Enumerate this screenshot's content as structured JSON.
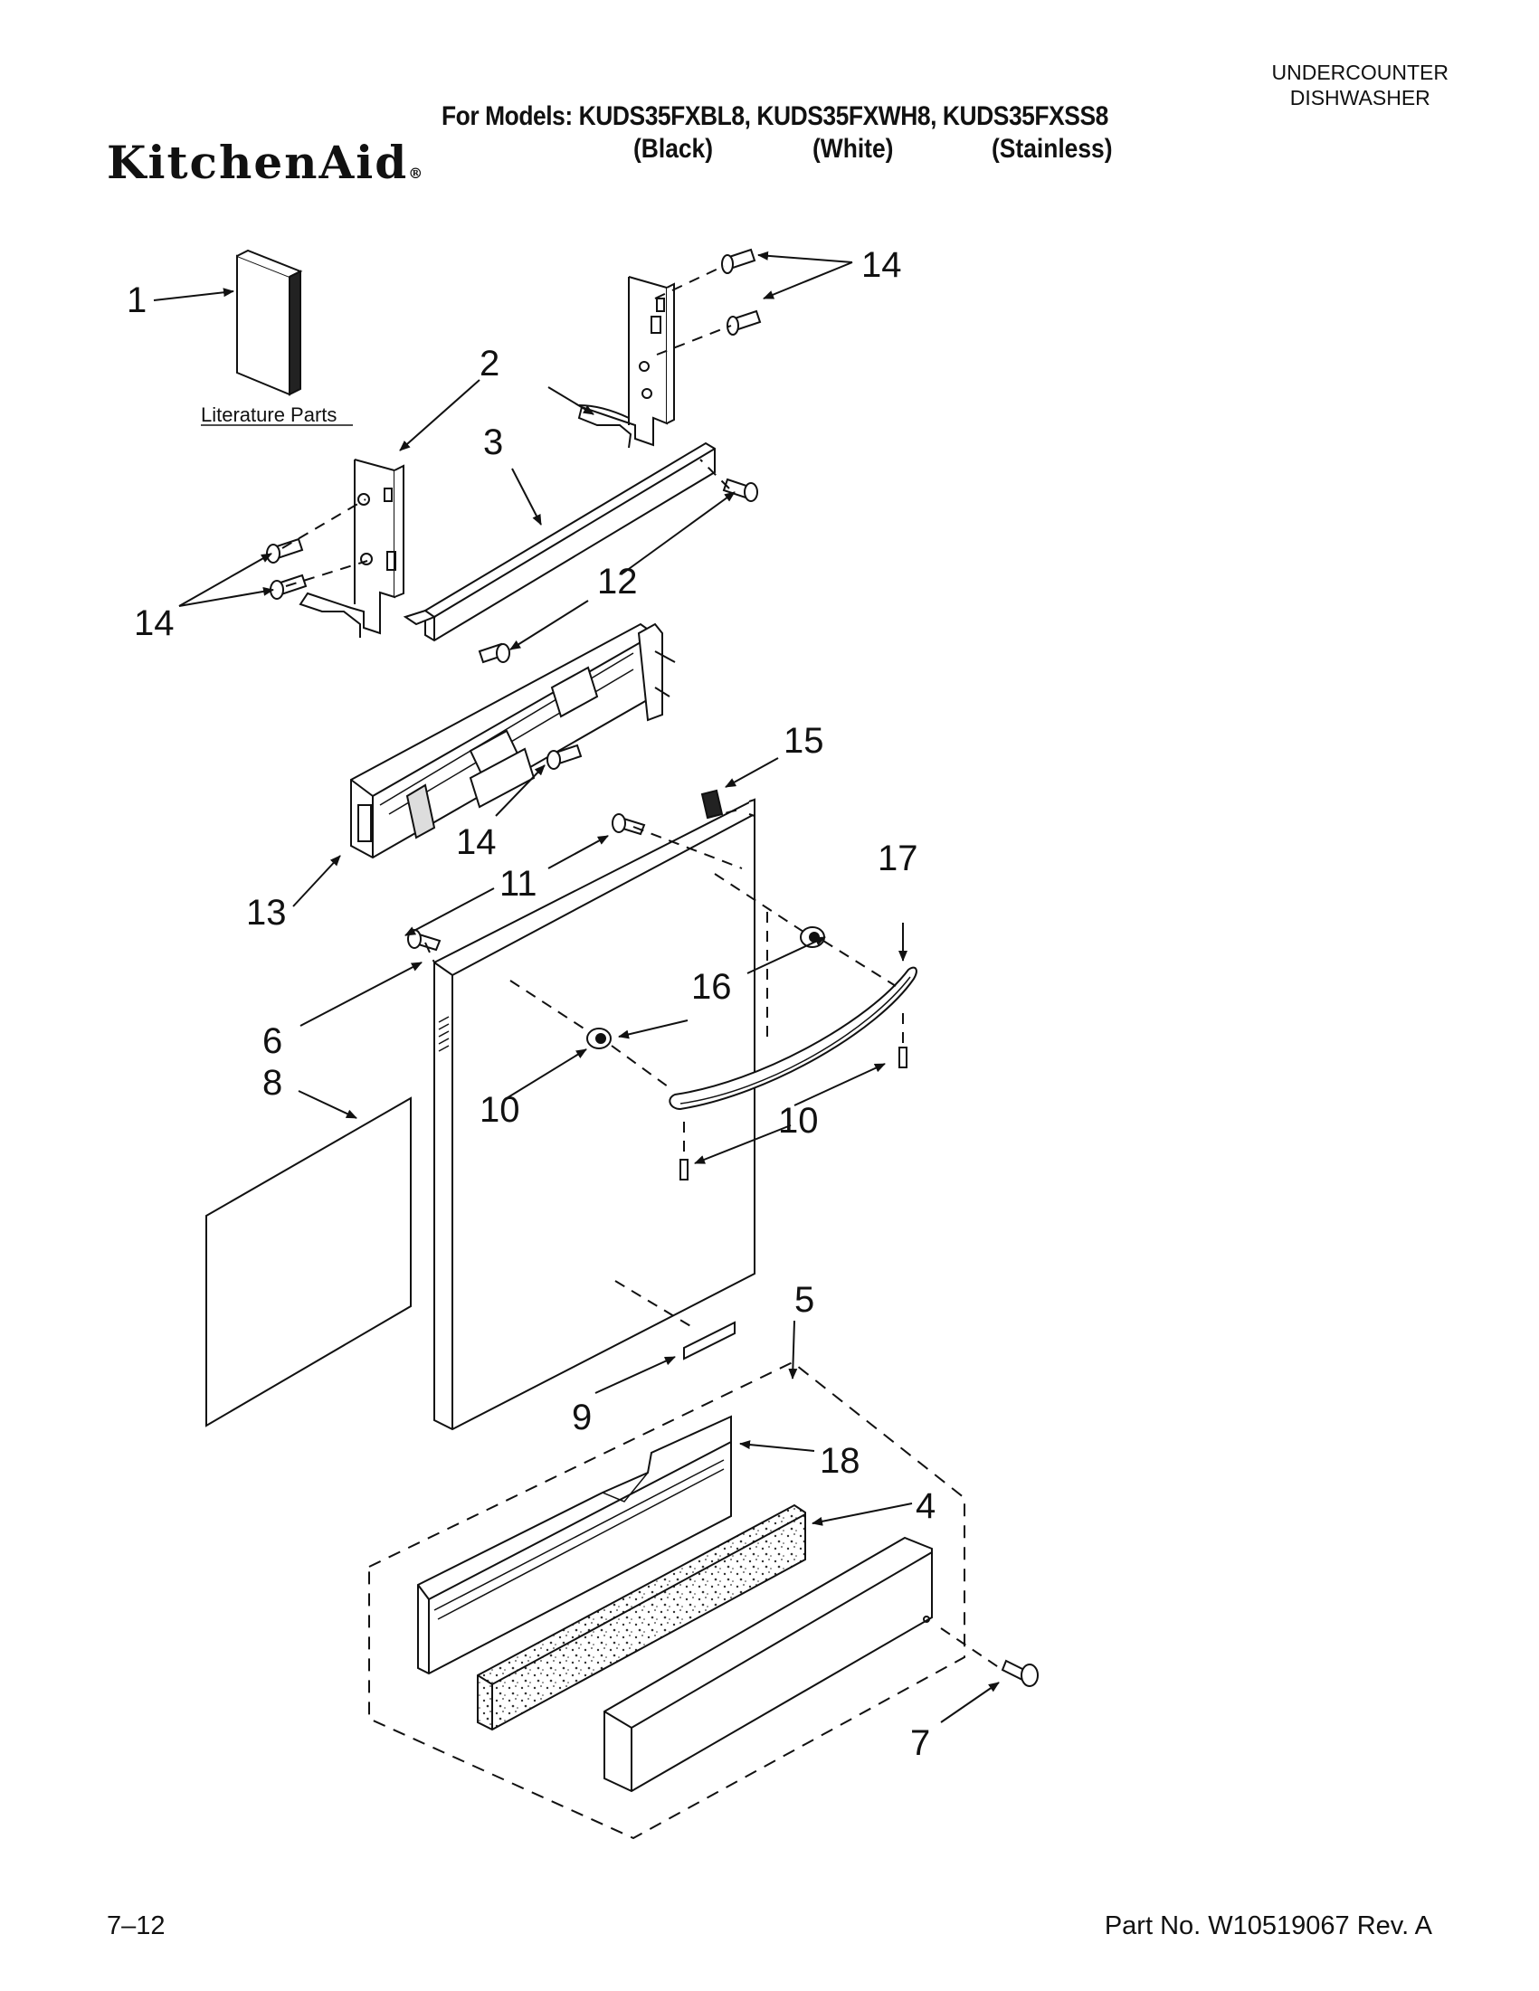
{
  "header": {
    "appliance_line1": "UNDERCOUNTER",
    "appliance_line2": "DISHWASHER",
    "models": "For Models: KUDS35FXBL8, KUDS35FXWH8, KUDS35FXSS8",
    "finish_black": "(Black)",
    "finish_white": "(White)",
    "finish_stainless": "(Stainless)",
    "brand": "KitchenAid",
    "brand_mark": "®"
  },
  "diagram": {
    "literature_label": "Literature Parts",
    "callouts": [
      {
        "id": "c1",
        "text": "1"
      },
      {
        "id": "c2",
        "text": "2"
      },
      {
        "id": "c3",
        "text": "3"
      },
      {
        "id": "c14a",
        "text": "14"
      },
      {
        "id": "c14b",
        "text": "14"
      },
      {
        "id": "c12",
        "text": "12"
      },
      {
        "id": "c14c",
        "text": "14"
      },
      {
        "id": "c13",
        "text": "13"
      },
      {
        "id": "c15",
        "text": "15"
      },
      {
        "id": "c11",
        "text": "11"
      },
      {
        "id": "c17",
        "text": "17"
      },
      {
        "id": "c16",
        "text": "16"
      },
      {
        "id": "c6",
        "text": "6"
      },
      {
        "id": "c8",
        "text": "8"
      },
      {
        "id": "c10a",
        "text": "10"
      },
      {
        "id": "c10b",
        "text": "10"
      },
      {
        "id": "c5",
        "text": "5"
      },
      {
        "id": "c9",
        "text": "9"
      },
      {
        "id": "c18",
        "text": "18"
      },
      {
        "id": "c4",
        "text": "4"
      },
      {
        "id": "c7",
        "text": "7"
      }
    ]
  },
  "footer": {
    "page": "7–12",
    "part_no": "Part No. W10519067 Rev. A"
  }
}
